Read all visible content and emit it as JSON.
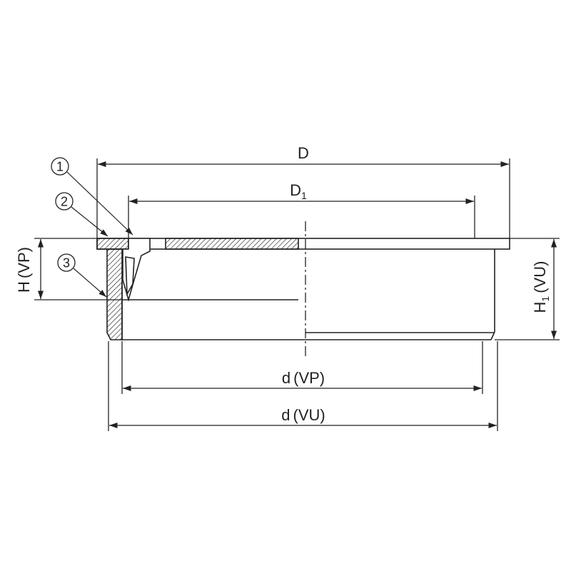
{
  "dimensions": {
    "D": {
      "letter": "D",
      "subscript": ""
    },
    "D1": {
      "letter": "D",
      "subscript": "1"
    },
    "d_vp": {
      "letter": "d",
      "qualifier": "(VP)"
    },
    "d_vu": {
      "letter": "d",
      "qualifier": "(VU)"
    },
    "H_vp": {
      "letter": "H",
      "qualifier": "(VP)"
    },
    "H1_vu": {
      "letter": "H",
      "subscript": "1",
      "qualifier": "(VU)"
    }
  },
  "callouts": [
    {
      "number": "1"
    },
    {
      "number": "2"
    },
    {
      "number": "3"
    }
  ],
  "colors": {
    "line": "#222222",
    "background": "#ffffff"
  }
}
